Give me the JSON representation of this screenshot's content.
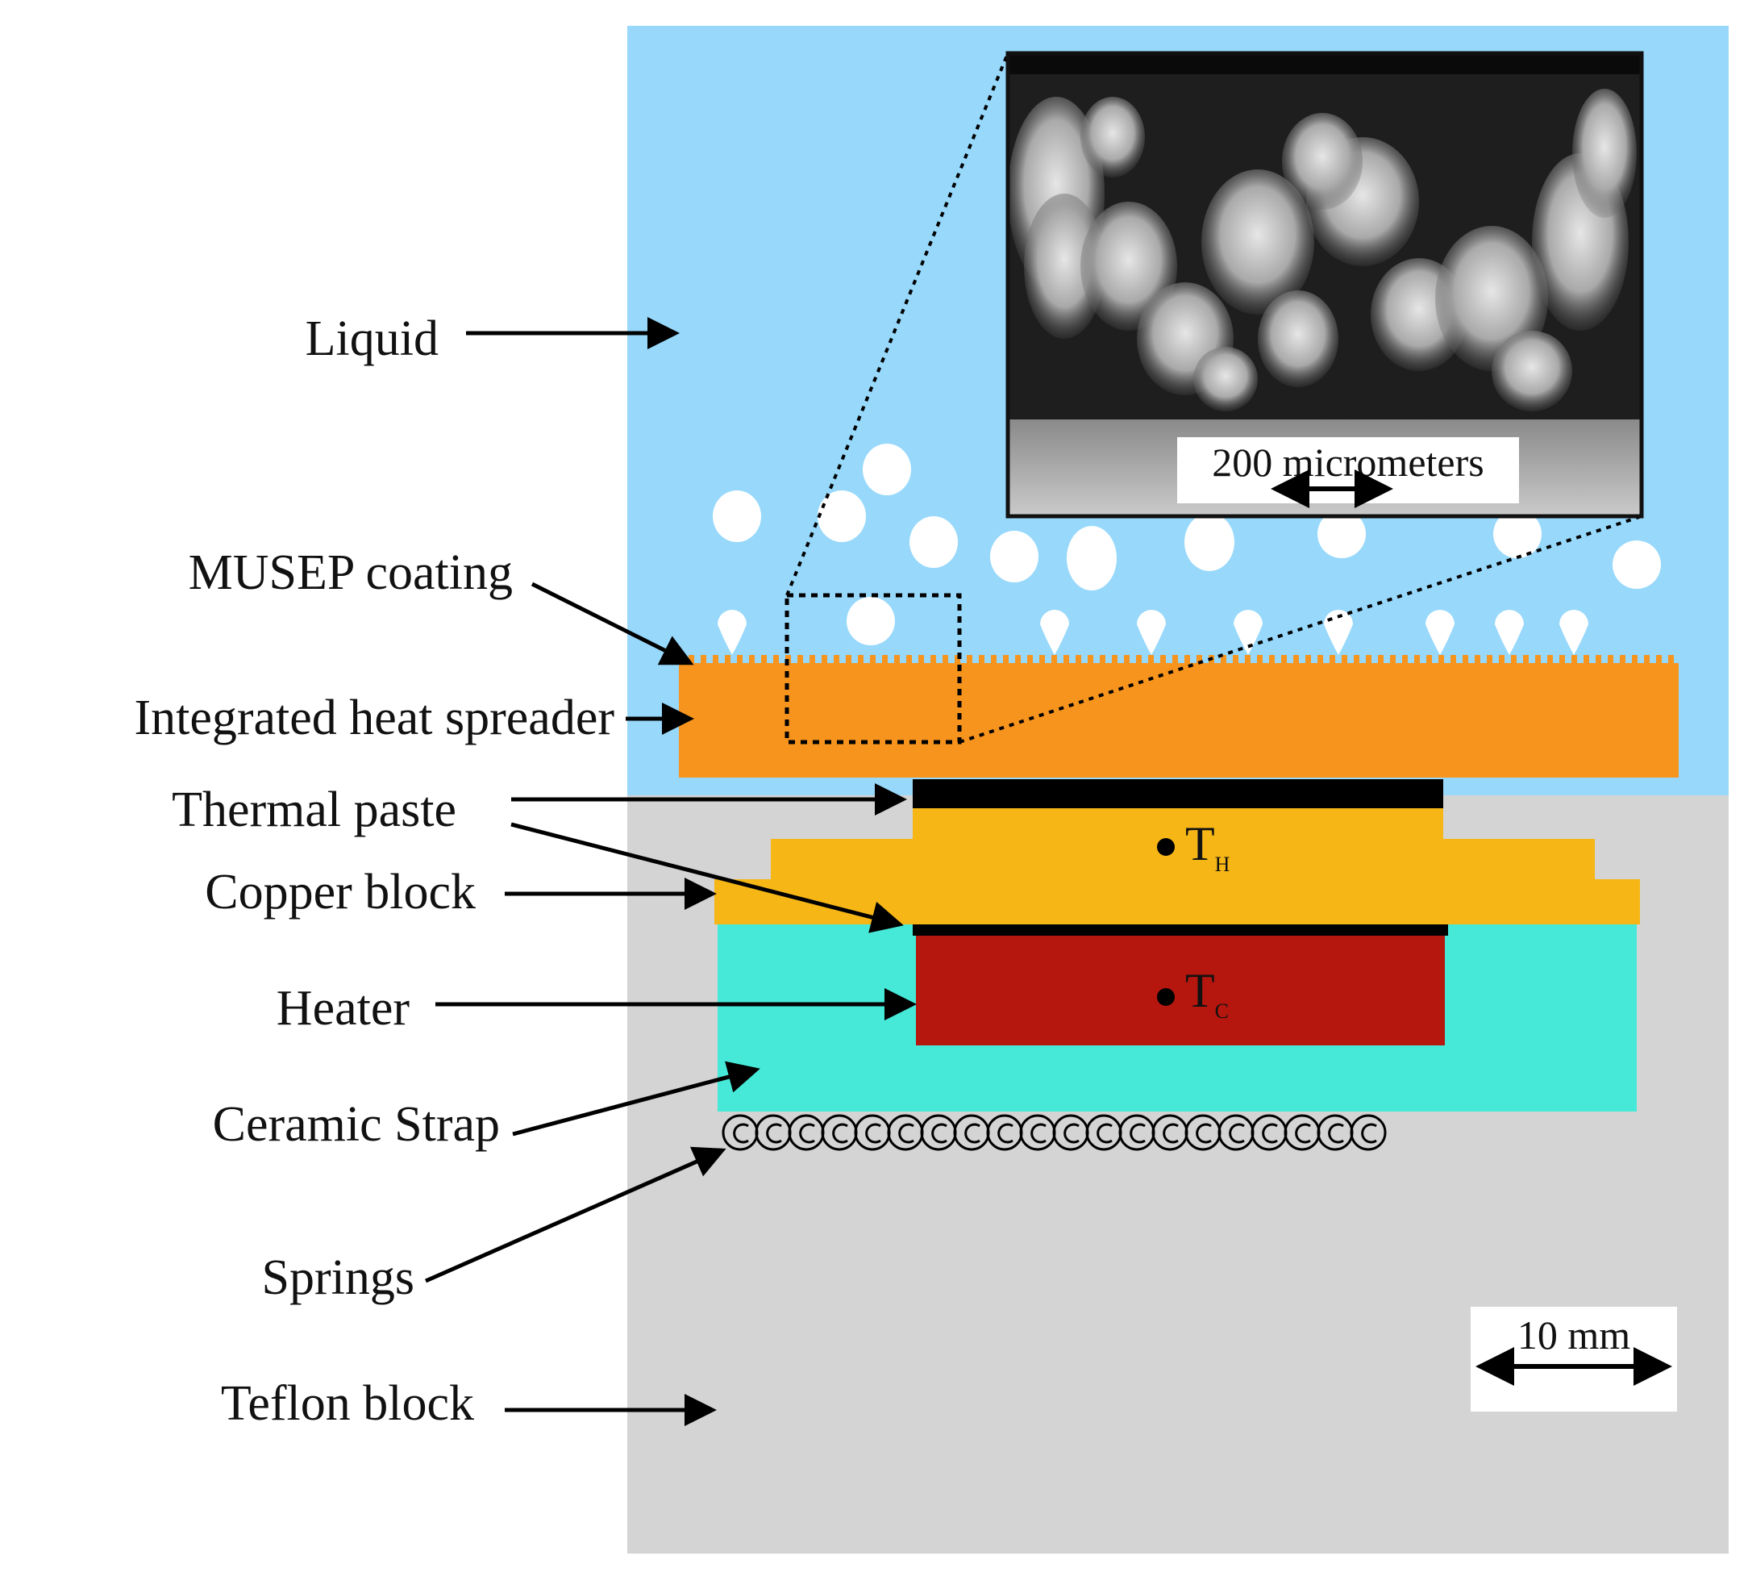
{
  "labels": {
    "liquid": "Liquid",
    "musep_coating": "MUSEP coating",
    "heat_spreader": "Integrated heat spreader",
    "thermal_paste": "Thermal paste",
    "copper_block": "Copper block",
    "heater": "Heater",
    "ceramic_strap": "Ceramic Strap",
    "springs": "Springs",
    "teflon_block": "Teflon block"
  },
  "inset": {
    "scale_label": "200 micrometers"
  },
  "scale_bar": {
    "label": "10 mm"
  },
  "temperatures": {
    "hot": {
      "symbol": "T",
      "subscript": "H"
    },
    "cold": {
      "symbol": "T",
      "subscript": "C"
    }
  },
  "colors": {
    "liquid": "#97d8fb",
    "heat_spreader": "#f7941d",
    "copper": "#f6b716",
    "heater": "#b5170f",
    "ceramic": "#46e9d8",
    "teflon": "#d4d4d4",
    "thermal_paste": "#000000",
    "bubble": "#ffffff"
  },
  "icons": {
    "springs": "spring-coil-icon",
    "bubbles": "vapor-bubble-icon"
  }
}
